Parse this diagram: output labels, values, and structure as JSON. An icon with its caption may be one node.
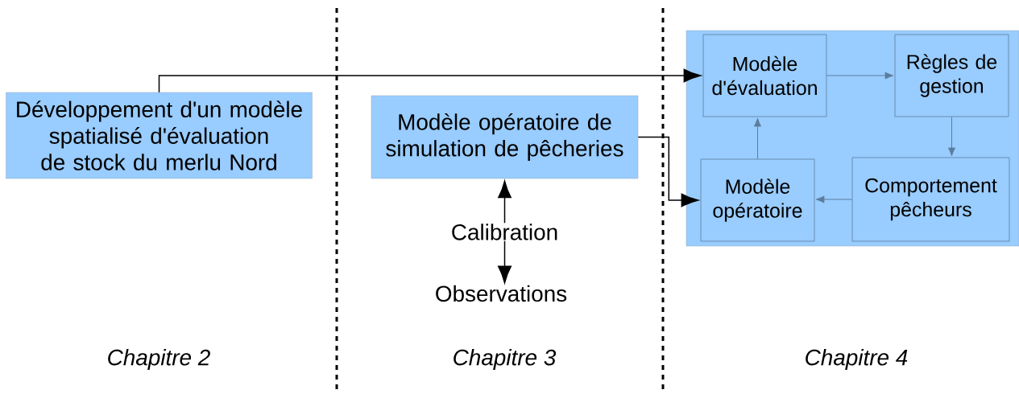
{
  "diagram": {
    "nodes": [
      {
        "text": [
          "Développement d'un modèle spatialisé d'évaluation de stock du merlu Nord"
        ]
      },
      {
        "text": [
          "Modèle opératoire de simulation de pêcheries"
        ]
      },
      {
        "text": [
          "Observations"
        ]
      },
      {
        "text": [],
        "shape": "box"
      },
      {
        "text": [
          "Modèle d'évaluation"
        ],
        "in": 3
      },
      {
        "text": [
          "Règles de gestion"
        ],
        "in": 3
      },
      {
        "text": [
          "Modèle opératoire"
        ],
        "in": 3
      },
      {
        "text": [
          "Comportement pêcheurs"
        ],
        "in": 3
      }
    ],
    "edges": [
      {
        "from": 0,
        "to": 4,
        "arrow": "to",
        "color": "#000000"
      },
      {
        "from": 1,
        "to": 6,
        "arrow": "to",
        "color": "#000000"
      },
      {
        "from": 1,
        "to": 2,
        "arrow": "both",
        "label": "Calibration",
        "color": "#000000"
      },
      {
        "from": 4,
        "to": 5,
        "arrow": "to"
      },
      {
        "from": 5,
        "to": 7,
        "arrow": "to"
      },
      {
        "from": 7,
        "to": 6,
        "arrow": "to"
      },
      {
        "from": 6,
        "to": 4,
        "arrow": "to"
      }
    ],
    "labels": [
      "Chapitre 2",
      "Chapitre 3",
      "Chapitre 4"
    ]
  }
}
